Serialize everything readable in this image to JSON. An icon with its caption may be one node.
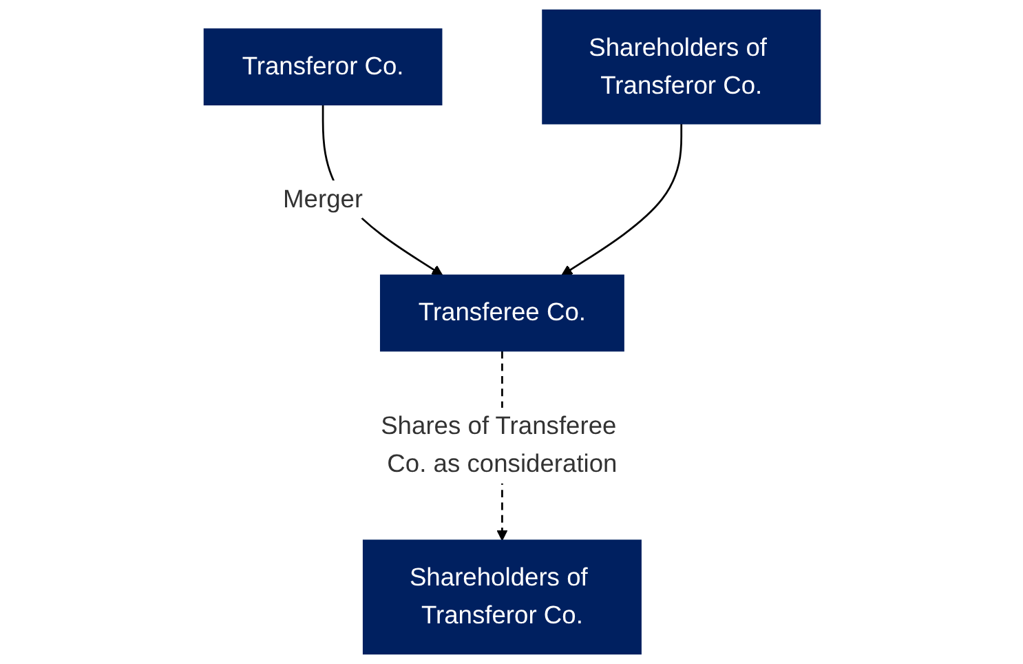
{
  "diagram": {
    "nodes": [
      {
        "text": [
          "Transferor Co."
        ]
      },
      {
        "text": [
          "Shareholders of Transferor Co."
        ]
      },
      {
        "text": [
          "Transferee Co."
        ]
      },
      {
        "text": [
          "Shareholders of Transferor Co."
        ]
      }
    ],
    "edges": [
      {
        "from": 0,
        "to": 2,
        "arrow": "to",
        "label": "Merger"
      },
      {
        "from": 2,
        "to": 1,
        "arrow": "to",
        "label": "Shares of Transferee Co. as consideration",
        "style": "dashed"
      },
      {
        "from": 3,
        "to": 2,
        "arrow": "to"
      }
    ]
  }
}
